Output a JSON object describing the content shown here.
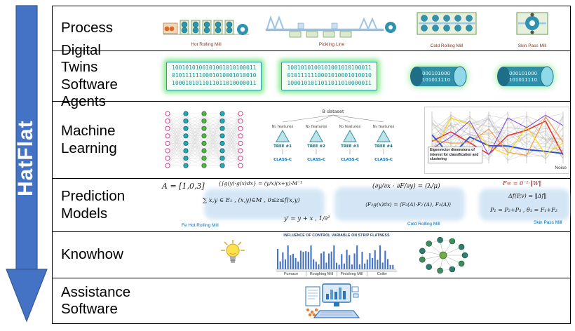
{
  "diagram": {
    "arrow_label": "HatFlat",
    "arrow_color": "#4472C4",
    "arrow_border": "#35598f"
  },
  "rows": [
    {
      "label": "Process",
      "captions": {
        "hot": "Hot Rolling Mill",
        "pickling": "Pickling Line",
        "cold": "Cold Rolling Mill",
        "skin": "Skin Pass Mill"
      }
    },
    {
      "label": "Digital Twins Software Agents",
      "block1": "1001010100101001010100011\n0101111110001010001010010\n1000101011011011010000011",
      "block2": "1001010100101001010100011\n0101111110001010001010010\n1000101011011011010000011",
      "cyl_line1": "000101000",
      "cyl_line2": "101011110"
    },
    {
      "label": "Machine Learning",
      "dataset_label": "B dataset",
      "features": [
        "N₁ features",
        "N₂ features",
        "N₃ features",
        "N₄ features"
      ],
      "trees": [
        "TREE #1",
        "TREE #2",
        "TREE #3",
        "TREE #4"
      ],
      "classes": [
        "CLASS-C",
        "CLASS-C",
        "CLASS-C",
        "CLASS-C"
      ],
      "eigen_caption": "Eigenvector dimensions of interest for classification and clustering",
      "noise_label": "Noise"
    },
    {
      "label": "Prediction Models",
      "formulas": [
        "A = [1,0,3]",
        "{∫g(y)·g(x)dx} = (y/x)(x+y)·M⁻¹",
        "∑ x,y ∈ E₁ , (x,y)∈M , 0≤z≤f(x,y)",
        "(∂y/∂x · ∂F/∂y) = (λ/μ)",
        "⟨F₂g(x)dx⟩ = ⟨F₂(A)·F₂′(A), F₂(A)⟩",
        "F∞ = 0⁻¹·‖W‖",
        "Δf(P,v) = ‖Δf‖",
        "P₁ = P₂+P₃ ,  θ₁ = F₁+F₂",
        "y′ = y + x ,  1/∂²"
      ],
      "captions": [
        "Fe Hot Rolling Mill",
        "Cold Rolling Mill",
        "Skin Pass Mill"
      ]
    },
    {
      "label": "Knowhow",
      "chart_title": "INFLUENCE OF CONTROL VARIABLE ON STRIP FLATNESS",
      "chart_groups": [
        "Furnace",
        "Roughing Mill",
        "Finishing Mill",
        "Coiler"
      ]
    },
    {
      "label": "Assistance Software"
    }
  ]
}
